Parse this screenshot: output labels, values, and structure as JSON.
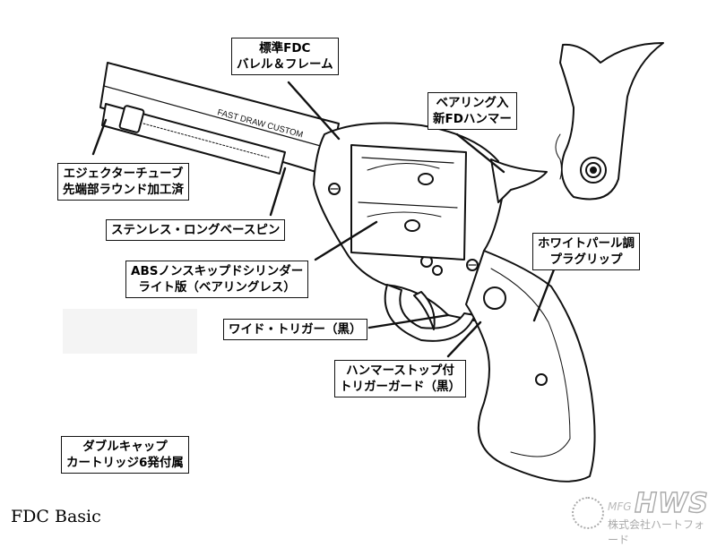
{
  "diagram": {
    "callouts": {
      "barrel_frame": [
        "標準FDC",
        "バレル＆フレーム"
      ],
      "hammer": [
        "ベアリング入",
        "新FDハンマー"
      ],
      "ejector": [
        "エジェクターチューブ",
        "先端部ラウンド加工済"
      ],
      "base_pin": [
        "ステンレス・ロングベースピン"
      ],
      "cylinder": [
        "ABSノンスキップドシリンダー",
        "ライト版（ベアリングレス）"
      ],
      "grip": [
        "ホワイトパール調",
        "プラグリップ"
      ],
      "trigger": [
        "ワイド・トリガー（黒）"
      ],
      "trigger_guard": [
        "ハンマーストップ付",
        "トリガーガード（黒）"
      ],
      "cartridges": [
        "ダブルキャップ",
        "カートリッジ6発付属"
      ]
    },
    "barrel_engraving": "FAST DRAW CUSTOM",
    "caption": "FDC Basic",
    "logo": {
      "mfg": "MFG",
      "brand": "HWS",
      "company": "株式会社ハートフォード"
    }
  }
}
